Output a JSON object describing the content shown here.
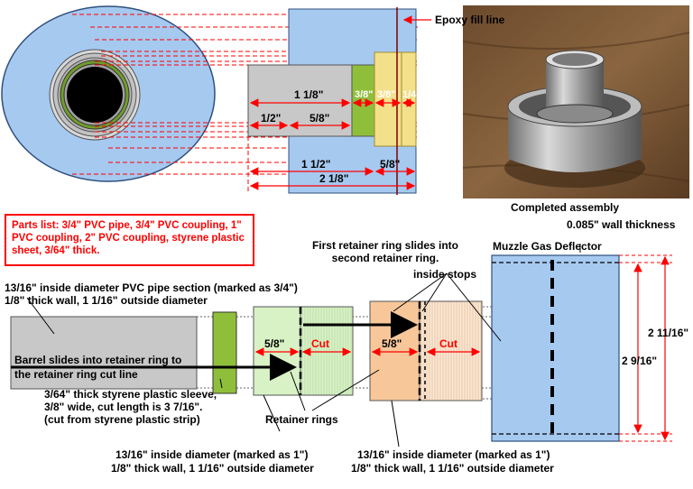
{
  "top_labels": {
    "epoxy": "Epoxy fill line",
    "d_1_1_8": "1 1/8\"",
    "d_3_8a": "3/8\"",
    "d_3_8b": "3/8\"",
    "d_1_4": "1/4\"",
    "d_1_2": "1/2\"",
    "d_5_8a": "5/8\"",
    "d_1_1_2": "1 1/2\"",
    "d_5_8b": "5/8\"",
    "d_2_1_8": "2 1/8\""
  },
  "photo": {
    "caption": "Completed assembly"
  },
  "parts_list": "Parts list: 3/4\" PVC pipe, 3/4\" PVC coupling, 1\" PVC coupling, 2\" PVC coupling, styrene plastic sheet, 3/64\" thick.",
  "bottom_labels": {
    "wall": "0.085\" wall thickness",
    "first_retainer": "First retainer ring slides into second retainer ring.",
    "muzzle": "Muzzle Gas Deflector",
    "inside_stops": "inside stops",
    "pipe_section_1": "13/16\" inside diameter PVC pipe section (marked as 3/4\")",
    "pipe_section_2": "1/8\" thick wall, 1 1/16\" outside diameter",
    "barrel_1": "Barrel slides into retainer ring to",
    "barrel_2": "the retainer ring cut line",
    "r1_5_8": "5/8\"",
    "r1_cut": "Cut",
    "r2_5_8": "5/8\"",
    "r2_cut": "Cut",
    "dim_2_11": "2 11/16\"",
    "dim_2_9": "2 9/16\"",
    "sleeve_1": "3/64\" thick styrene plastic sleeve,",
    "sleeve_2": "3/8\" wide, cut length is 3 7/16\".",
    "sleeve_3": "(cut from styrene plastic strip)",
    "retainer_rings": "Retainer rings",
    "c1_1": "13/16\" inside diameter (marked as 1\")",
    "c1_2": "1/8\" thick wall, 1 1/16\" outside diameter",
    "c2_1": "13/16\" inside diameter (marked as 1\")",
    "c2_2": "1/8\" thick wall, 1 1/16\" outside diameter"
  },
  "colors": {
    "blue": "#a6c9f0",
    "gray": "#c8c8c8",
    "green": "#8fbf3a",
    "yellow": "#f2e08a",
    "orange": "#f7c79a",
    "lightgreen": "#d8f2c6",
    "red": "#ff0000"
  }
}
